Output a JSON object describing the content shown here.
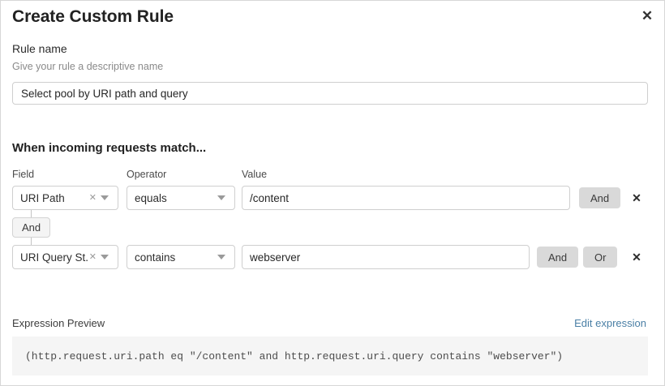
{
  "dialog": {
    "title": "Create Custom Rule",
    "close_icon": "close-icon"
  },
  "rule_name": {
    "label": "Rule name",
    "help": "Give your rule a descriptive name",
    "value": "Select pool by URI path and query",
    "placeholder": "Rule name"
  },
  "match_section": {
    "heading": "When incoming requests match...",
    "columns": {
      "field": "Field",
      "operator": "Operator",
      "value": "Value"
    },
    "group_connector_label": "And",
    "rows": [
      {
        "field": "URI Path",
        "field_clear_icon": "clear-icon",
        "field_caret_icon": "chevron-down-icon",
        "operator": "equals",
        "operator_caret_icon": "chevron-down-icon",
        "value": "/content",
        "value_placeholder": "Value",
        "and_label": "And",
        "delete_icon": "close-icon"
      },
      {
        "field": "URI Query St...",
        "field_clear_icon": "clear-icon",
        "field_caret_icon": "chevron-down-icon",
        "operator": "contains",
        "operator_caret_icon": "chevron-down-icon",
        "value": "webserver",
        "value_placeholder": "Value",
        "and_label": "And",
        "or_label": "Or",
        "delete_icon": "close-icon"
      }
    ]
  },
  "expression_preview": {
    "label": "Expression Preview",
    "edit_link": "Edit expression",
    "expression": "(http.request.uri.path eq \"/content\" and http.request.uri.query contains \"webserver\")"
  },
  "colors": {
    "link": "#4a7fa5",
    "button_bg": "#d9d9d9",
    "code_bg": "#f5f5f5",
    "border": "#cfcfcf"
  }
}
